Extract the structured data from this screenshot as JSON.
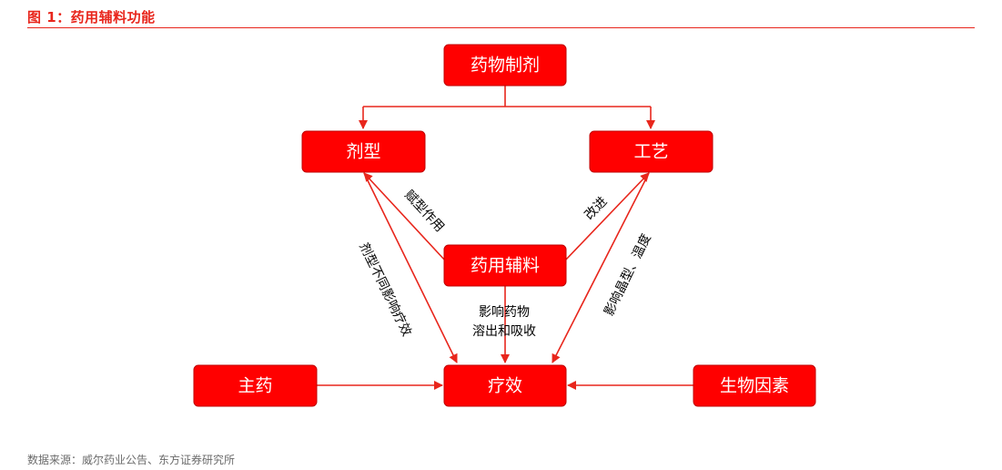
{
  "figure": {
    "title": "图 1：药用辅料功能",
    "source": "数据来源：威尔药业公告、东方证券研究所"
  },
  "nodes": {
    "dosage_product": "药物制剂",
    "dosage_form": "剂型",
    "process": "工艺",
    "excipient": "药用辅料",
    "main_drug": "主药",
    "efficacy": "疗效",
    "bio_factors": "生物因素"
  },
  "edge_labels": {
    "shaping": "赋型作用",
    "improve": "改进",
    "form_affects": "剂型不同影响疗效",
    "crystal_temp": "影响晶型、温度",
    "dissolution_1": "影响药物",
    "dissolution_2": "溶出和吸收"
  },
  "colors": {
    "node_fill": "#ff0000",
    "edge": "#e8261c",
    "title": "#e8261c"
  }
}
